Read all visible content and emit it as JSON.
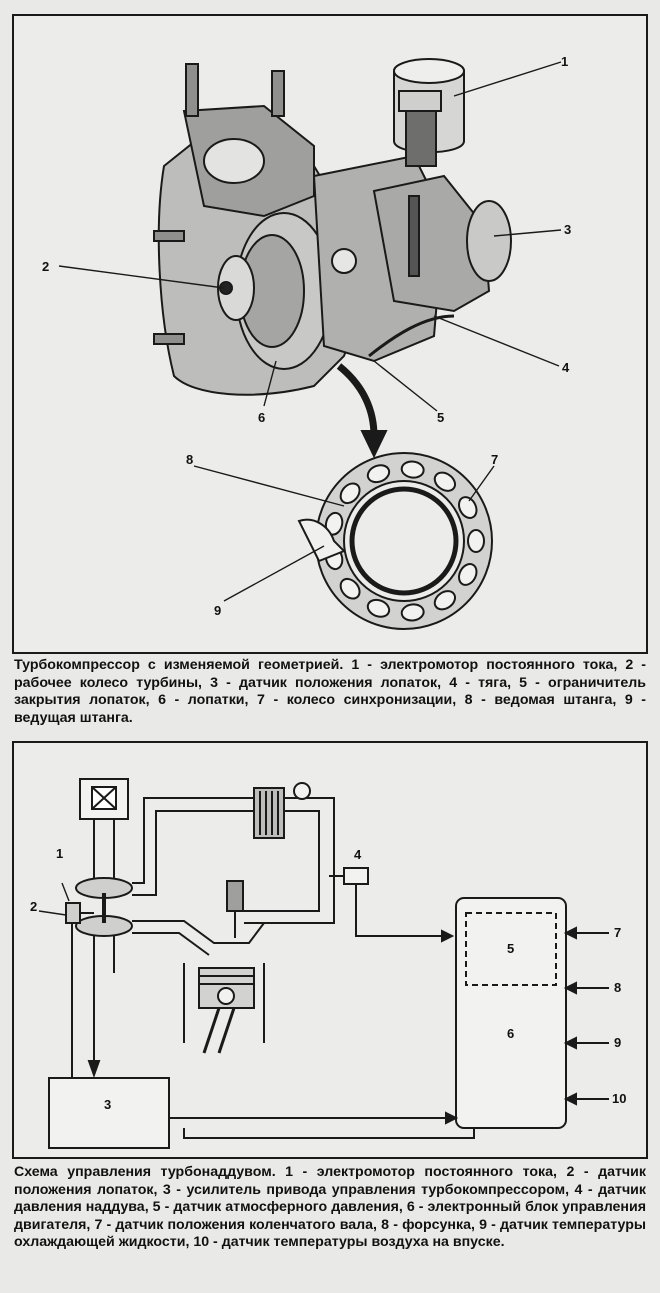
{
  "figure1": {
    "labels": [
      "1",
      "2",
      "3",
      "4",
      "5",
      "6",
      "7",
      "8",
      "9"
    ],
    "caption": "Турбокомпрессор с изменяемой геометрией. 1 - электромотор постоянного тока, 2 - рабочее колесо турбины, 3 - датчик положения лопаток, 4 - тяга, 5 - ограничитель закрытия лопаток, 6 - лопатки, 7 - колесо синхронизации, 8 - ведомая штанга, 9 - ведущая штанга."
  },
  "figure2": {
    "labels": [
      "1",
      "2",
      "3",
      "4",
      "5",
      "6",
      "7",
      "8",
      "9",
      "10"
    ],
    "caption": "Схема управления турбонаддувом. 1 - электромотор постоянного тока, 2 - датчик положения лопаток, 3 - усилитель привода управления турбокомпрессором, 4 - датчик давления наддува, 5 - датчик атмосферного давления, 6 - электронный блок управления двигателя, 7 - датчик положения коленчатого вала, 8 - форсунка, 9 - датчик температуры охлаждающей жидкости, 10 - датчик температуры воздуха на впуске."
  }
}
